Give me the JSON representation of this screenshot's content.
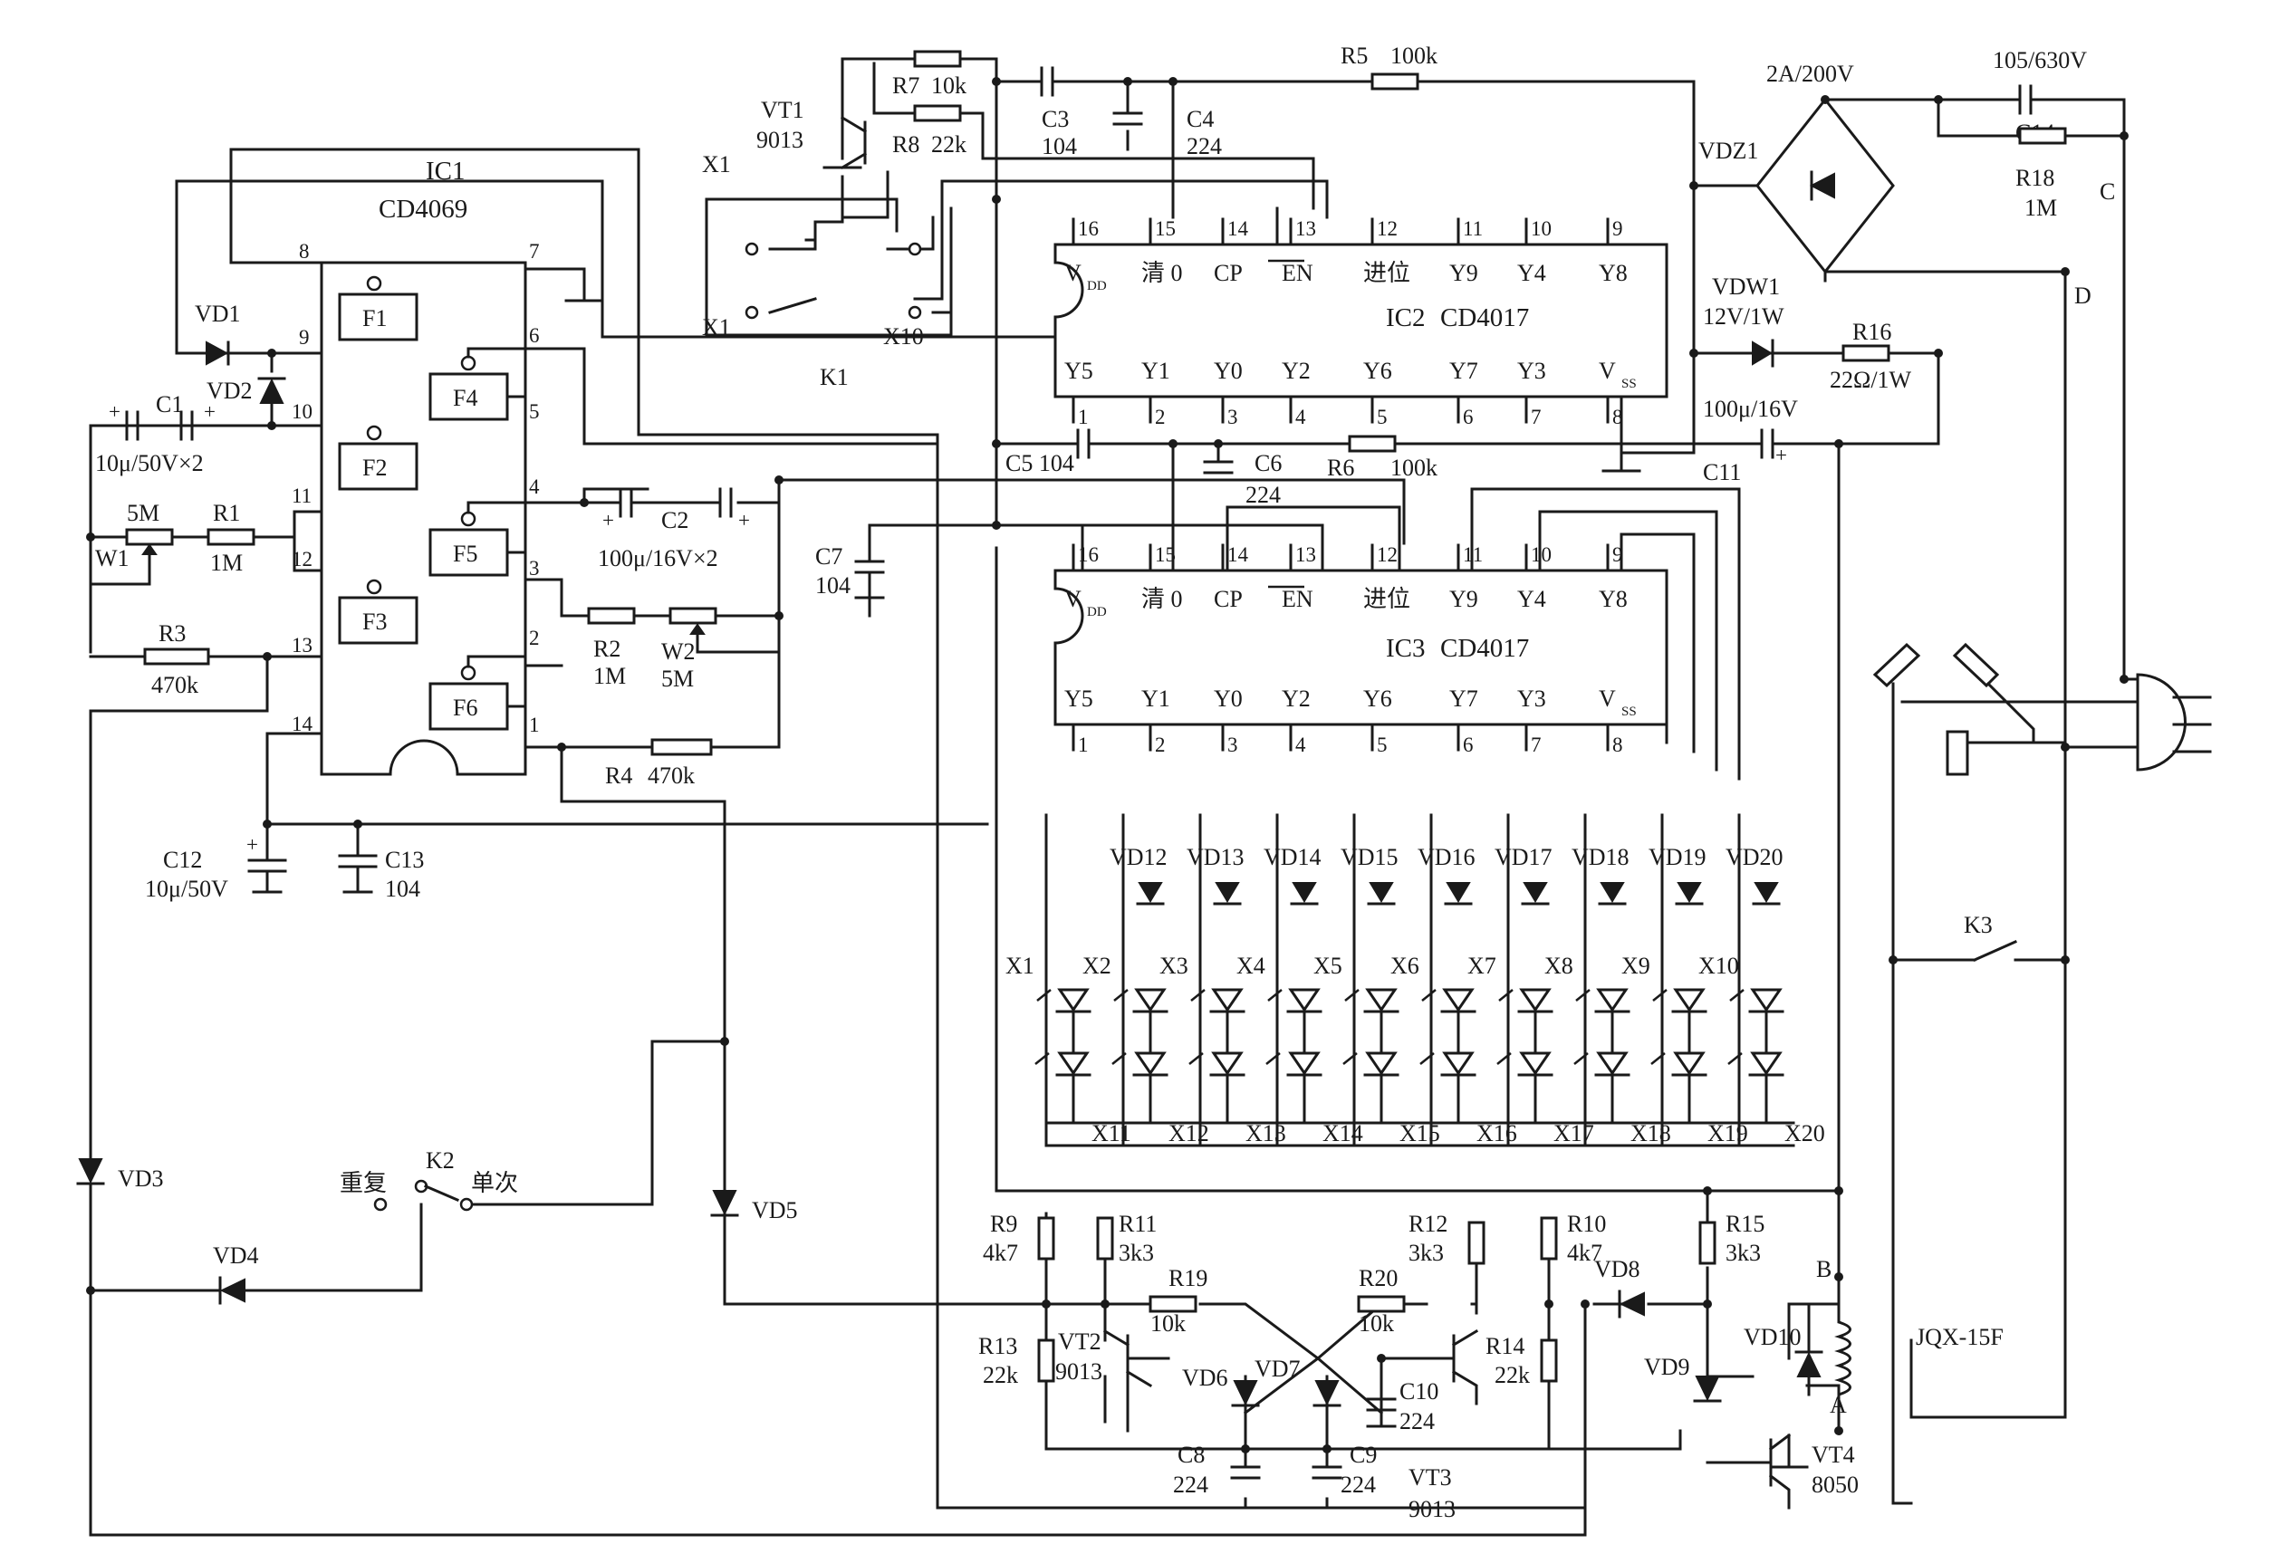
{
  "diagram": {
    "ics": {
      "ic1": {
        "ref": "IC1",
        "part": "CD4069",
        "gates": [
          "F1",
          "F2",
          "F3",
          "F4",
          "F5",
          "F6"
        ],
        "pins_left": [
          "8",
          "9",
          "10",
          "11",
          "12",
          "13",
          "14"
        ],
        "pins_right": [
          "7",
          "6",
          "5",
          "4",
          "3",
          "2",
          "1"
        ]
      },
      "ic2": {
        "ref": "IC2",
        "part": "CD4017"
      },
      "ic3": {
        "ref": "IC3",
        "part": "CD4017"
      },
      "top_pins": [
        "16",
        "15",
        "14",
        "13",
        "12",
        "11",
        "10",
        "9"
      ],
      "bottom_pins": [
        "1",
        "2",
        "3",
        "4",
        "5",
        "6",
        "7",
        "8"
      ],
      "top_labels": [
        "V",
        "清 0",
        "CP",
        "EN",
        "进位",
        "Y9",
        "Y4",
        "Y8"
      ],
      "bottom_labels": [
        "Y5",
        "Y1",
        "Y0",
        "Y2",
        "Y6",
        "Y7",
        "Y3",
        "V"
      ],
      "vdd_sub": "DD",
      "vss_sub": "SS"
    },
    "resistors": {
      "r1": "R1",
      "r1v": "1M",
      "w1n": "5M",
      "w1": "W1",
      "r2": "R2",
      "r2v": "1M",
      "w2": "W2",
      "w2v": "5M",
      "r3": "R3",
      "r3v": "470k",
      "r4": "R4",
      "r4v": "470k",
      "r5": "R5",
      "r5v": "100k",
      "r6": "R6",
      "r6v": "100k",
      "r7": "R7",
      "r7v": "10k",
      "r8": "R8",
      "r8v": "22k",
      "r9": "R9",
      "r9v": "4k7",
      "r10": "R10",
      "r10v": "4k7",
      "r11": "R11",
      "r11v": "3k3",
      "r12": "R12",
      "r12v": "3k3",
      "r13": "R13",
      "r13v": "22k",
      "r14": "R14",
      "r14v": "22k",
      "r15": "R15",
      "r15v": "3k3",
      "r16": "R16",
      "r16v": "22Ω/1W",
      "r18": "R18",
      "r18v": "1M",
      "r19": "R19",
      "r19v": "10k",
      "r20": "R20",
      "r20v": "10k"
    },
    "capacitors": {
      "c1": "C1",
      "c1v": "10μ/50V×2",
      "c2": "C2",
      "c2v": "100μ/16V×2",
      "c3": "C3",
      "c3v": "104",
      "c4": "C4",
      "c4v": "224",
      "c5": "C5 104",
      "c6": "C6",
      "c6v": "224",
      "c7": "C7",
      "c7v": "104",
      "c8": "C8",
      "c8v": "224",
      "c9": "C9",
      "c9v": "224",
      "c10": "C10",
      "c10v": "224",
      "c11": "C11",
      "c11v": "100μ/16V",
      "c12": "C12",
      "c12v": "10μ/50V",
      "c13": "C13",
      "c13v": "104",
      "c14": "C14",
      "c14v": "105/630V"
    },
    "diodes": {
      "vd1": "VD1",
      "vd2": "VD2",
      "vd3": "VD3",
      "vd4": "VD4",
      "vd5": "VD5",
      "vd6": "VD6",
      "vd7": "VD7",
      "vd8": "VD8",
      "vd9": "VD9",
      "vd10": "VD10",
      "vd_row": [
        "VD12",
        "VD13",
        "VD14",
        "VD15",
        "VD16",
        "VD17",
        "VD18",
        "VD19",
        "VD20"
      ],
      "vdz1": "VDZ1",
      "vdz1v": "2A/200V",
      "vdw1": "VDW1",
      "vdw1v": "12V/1W"
    },
    "transistors": {
      "vt1": "VT1",
      "vt1v": "9013",
      "vt2": "VT2",
      "vt2v": "9013",
      "vt3": "VT3",
      "vt3v": "9013",
      "vt4": "VT4",
      "vt4v": "8050"
    },
    "leds_top": [
      "X1",
      "X2",
      "X3",
      "X4",
      "X5",
      "X6",
      "X7",
      "X8",
      "X9",
      "X10"
    ],
    "leds_bottom": [
      "X11",
      "X12",
      "X13",
      "X14",
      "X15",
      "X16",
      "X17",
      "X18",
      "X19",
      "X20"
    ],
    "switches": {
      "k1": "K1",
      "k1_x1a": "X1",
      "k1_x1b": "X1",
      "k1_x10": "X10",
      "k2": "K2",
      "k2_repeat": "重复",
      "k2_single": "单次",
      "k3": "K3"
    },
    "relay": "JQX-15F",
    "nodes": {
      "a": "A",
      "b": "B",
      "c": "C",
      "d": "D"
    }
  }
}
